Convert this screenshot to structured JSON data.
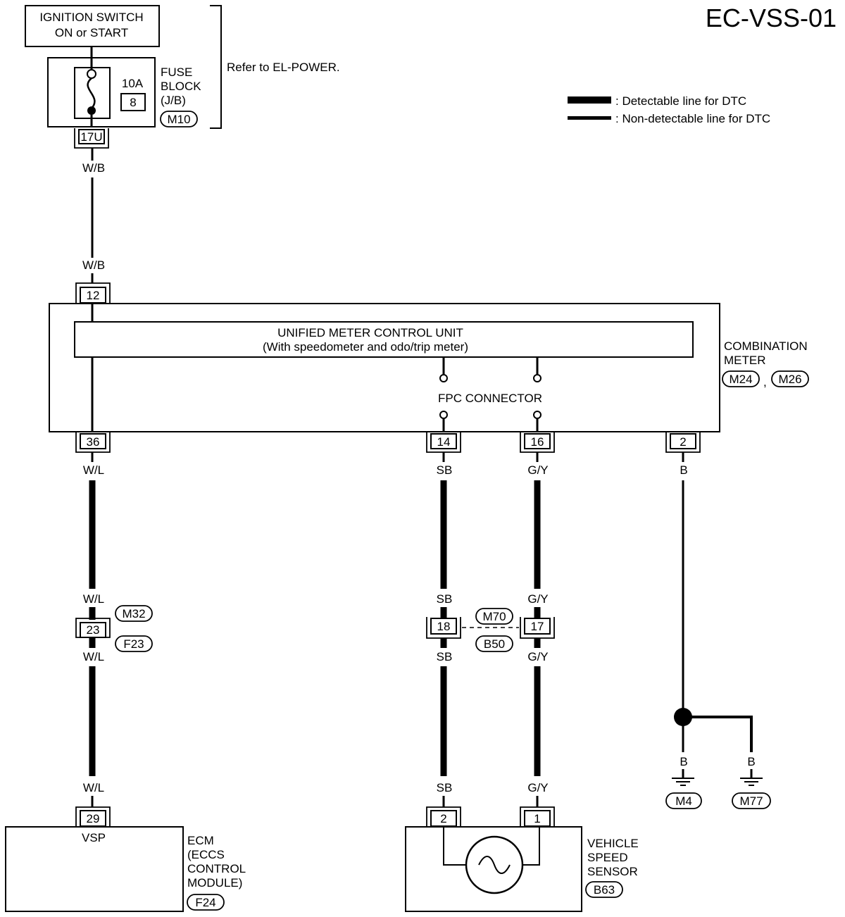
{
  "page_code": "EC-VSS-01",
  "ignition": {
    "line1": "IGNITION SWITCH",
    "line2": "ON or START"
  },
  "fuse": {
    "amp": "10A",
    "number": "8",
    "label1": "FUSE",
    "label2": "BLOCK",
    "label3": "(J/B)",
    "connector": "M10",
    "terminal": "17U"
  },
  "refer_note": "Refer to EL-POWER.",
  "legend": {
    "detectable": ": Detectable line for DTC",
    "non_detectable": ": Non-detectable line for DTC"
  },
  "wire_labels": {
    "wb": "W/B",
    "wl": "W/L",
    "sb": "SB",
    "gy": "G/Y",
    "b": "B"
  },
  "combination_meter": {
    "label1": "COMBINATION",
    "label2": "METER",
    "connector_a": "M24",
    "separator": ",",
    "connector_b": "M26",
    "unit_line1": "UNIFIED METER CONTROL UNIT",
    "unit_line2": "(With speedometer and odo/trip meter)",
    "fpc": "FPC CONNECTOR",
    "terminals": {
      "power": "12",
      "vsp": "36",
      "sb": "14",
      "gy": "16",
      "ground": "2"
    }
  },
  "joint_connectors": {
    "left_top": "M32",
    "left_bottom": "F23",
    "left_terminal": "23",
    "mid_top": "M70",
    "mid_bottom": "B50",
    "mid_terminal_sb": "18",
    "mid_terminal_gy": "17"
  },
  "ecm": {
    "terminal": "29",
    "pin_label": "VSP",
    "label1": "ECM",
    "label2": "(ECCS",
    "label3": "CONTROL",
    "label4": "MODULE)",
    "connector": "F24"
  },
  "speed_sensor": {
    "terminal_sb": "2",
    "terminal_gy": "1",
    "label1": "VEHICLE",
    "label2": "SPEED",
    "label3": "SENSOR",
    "connector": "B63"
  },
  "grounds": {
    "left": "M4",
    "right": "M77"
  }
}
